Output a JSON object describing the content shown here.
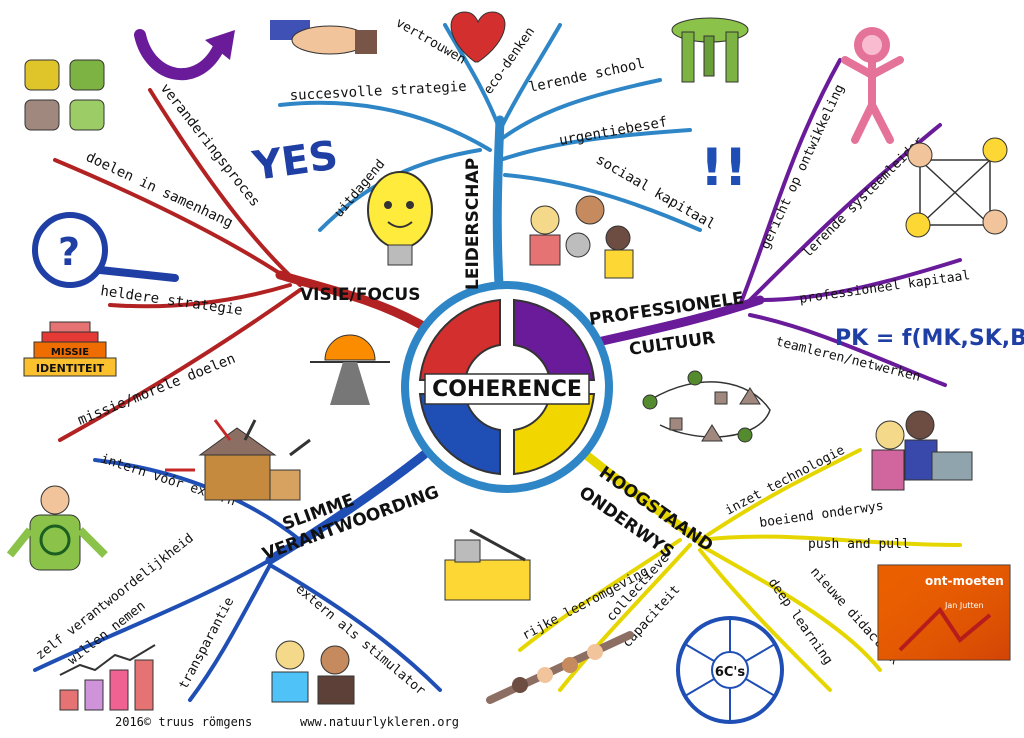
{
  "center": {
    "title": "COHERENCE"
  },
  "branches": {
    "visie": {
      "title": "VISIE/FOCUS",
      "items": [
        "veranderingsproces",
        "doelen in samenhang",
        "heldere strategie",
        "missie/morele doelen"
      ]
    },
    "leiderschap": {
      "title": "LEIDERSCHAP",
      "items": [
        "vertrouwen",
        "eco-denken",
        "lerende school",
        "succesvolle strategie",
        "urgentiebesef",
        "sociaal kapitaal",
        "uitdagend"
      ]
    },
    "professionele": {
      "title_line1": "PROFESSIONELE",
      "title_line2": "CULTUUR",
      "items": [
        "gericht op ontwikkeling",
        "lerende systeemleider",
        "professioneel kapitaal",
        "teamleren/netwerken"
      ]
    },
    "hoogstaand": {
      "title_line1": "HOOGSTAAND",
      "title_line2": "ONDERWYS",
      "items": [
        "inzet technologie",
        "boeiend onderwys",
        "push and pull",
        "nieuwe didactiek",
        "deep learning",
        "collectieve",
        "capaciteit",
        "rijke leeromgeving"
      ]
    },
    "slimme": {
      "title_line1": "SLIMME",
      "title_line2": "VERANTWOORDING",
      "items": [
        "intern vóór extern",
        "zelf verantwoordelijkheid",
        "willen nemen",
        "extern als stimulator",
        "transparantie"
      ]
    }
  },
  "doodles": {
    "yes": "YES",
    "formula": "PK = f(MK,SK,BK)",
    "missie": "MISSIE",
    "identiteit": "IDENTITEIT",
    "sixc": "6C's",
    "exclaim": "!!",
    "book_title": "ont-moeten",
    "book_author": "Jan Jutten"
  },
  "footer": {
    "credit": "2016© truus römgens",
    "url": "www.natuurlykleren.org"
  },
  "colors": {
    "visie": "#b22222",
    "leiderschap": "#2f86c6",
    "professionele": "#6a1b9a",
    "hoogstaand": "#e6d600",
    "slimme": "#1f4fb5",
    "center_red": "#d32f2f",
    "center_purple": "#6a1b9a",
    "center_blue": "#1f4fb5",
    "center_yellow": "#f2d600"
  }
}
